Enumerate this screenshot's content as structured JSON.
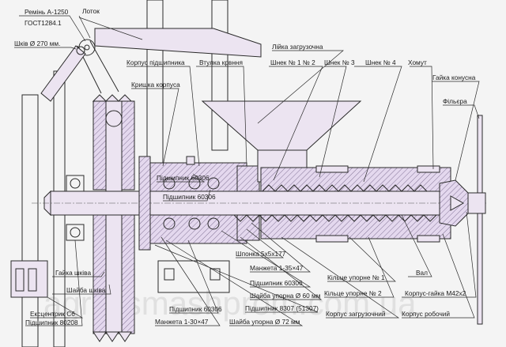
{
  "labels": {
    "belt": "Ремінь А-1250",
    "gost": "ГОСТ1284.1",
    "tray": "Лоток",
    "pulley": "Шків Ø 270 мм.",
    "bearing_housing": "Корпус підшипника",
    "barrel_sleeve": "Втулка крвння",
    "hopper": "Лійка загрузочна",
    "bearing_cover": "Кришка корпуса",
    "auger1_2": "Шнек № 1 № 2",
    "auger3": "Шнек № 3",
    "auger4": "Шнек № 4",
    "clamp": "Хомут",
    "cone_nut": "Гайка конусна",
    "filter": "Фільєра",
    "bearing_60306_top": "Підшипник 60306",
    "bearing_60306_mid": "Підшипник 60306",
    "key": "Шпонка 5х5х177",
    "cuff_35": "Манжета 1-35×47",
    "bearing_60306_low": "Підшипник 60306",
    "washer_60": "Шайба упорна Ø 60 мм",
    "bearing_8307": "Підшипник 8307 (51307)",
    "pulley_nut": "Гайка шківа",
    "pulley_washer": "Шайба шківа",
    "eccentric": "Ексцентрик С6",
    "bearing_80208": "Підшипник 80208",
    "bearing_60306_bot": "Підшипник 60306",
    "cuff_30": "Манжета 1-30×47",
    "washer_72": "Шайба упорна Ø 72 мм",
    "ring1": "Кільце упорне № 1",
    "ring2": "Кільце упорне № 2",
    "shaft": "Вал",
    "body_nut": "Корпус-гайка М42х2",
    "loading_body": "Корпус загрузочний",
    "work_body": "Корпус робочий"
  },
  "watermark": "agrolismashprom.com.ua"
}
